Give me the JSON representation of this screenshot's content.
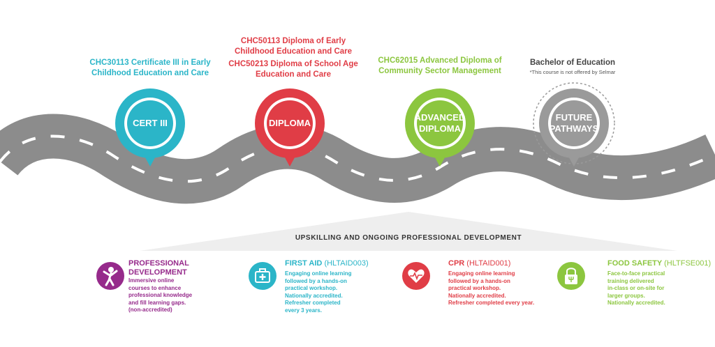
{
  "colors": {
    "teal": "#2bb5c8",
    "red": "#e03d46",
    "green": "#8cc63f",
    "grey": "#9a9a9a",
    "purple": "#962a8b",
    "road": "#8c8c8c"
  },
  "courses": [
    {
      "title": "CHC30113 Certificate III in Early Childhood Education and Care",
      "marker_label": "CERT III"
    },
    {
      "title1": "CHC50113 Diploma of Early Childhood Education and Care",
      "title2": "CHC50213 Diploma of School Age Education and Care",
      "marker_label": "DIPLOMA"
    },
    {
      "title": "CHC62015 Advanced Diploma of Community Sector Management",
      "marker_label_1": "ADVANCED",
      "marker_label_2": "DIPLOMA"
    },
    {
      "title": "Bachelor of Education",
      "note": "*This course is not offered by Selmar",
      "marker_label_1": "FUTURE",
      "marker_label_2": "PATHWAYS"
    }
  ],
  "upskilling": {
    "title": "UPSKILLING AND ONGOING PROFESSIONAL DEVELOPMENT",
    "items": [
      {
        "title_1": "PROFESSIONAL",
        "title_2": "DEVELOPMENT",
        "icon": "person-icon",
        "desc": [
          "Immersive online",
          "courses to enhance",
          "professional knowledge",
          "and fill learning gaps.",
          "(non-accredited)"
        ]
      },
      {
        "title": "FIRST AID",
        "code": "(HLTAID003)",
        "icon": "first-aid-kit-icon",
        "desc": [
          "Engaging online learning",
          "followed by a hands-on",
          "practical workshop.",
          "Nationally accredited.",
          "Refresher completed",
          "every 3 years."
        ]
      },
      {
        "title": "CPR",
        "code": "(HLTAID001)",
        "icon": "heart-pulse-icon",
        "desc": [
          "Engaging online learning",
          "followed by a hands-on",
          "practical workshop.",
          "Nationally accredited.",
          "Refresher completed every year."
        ]
      },
      {
        "title": "FOOD SAFETY",
        "code": "(HLTFSE001)",
        "icon": "food-lock-icon",
        "desc": [
          "Face-to-face practical",
          "training delivered",
          "in-class or on-site for",
          "larger groups.",
          "Nationally accredited."
        ]
      }
    ]
  }
}
